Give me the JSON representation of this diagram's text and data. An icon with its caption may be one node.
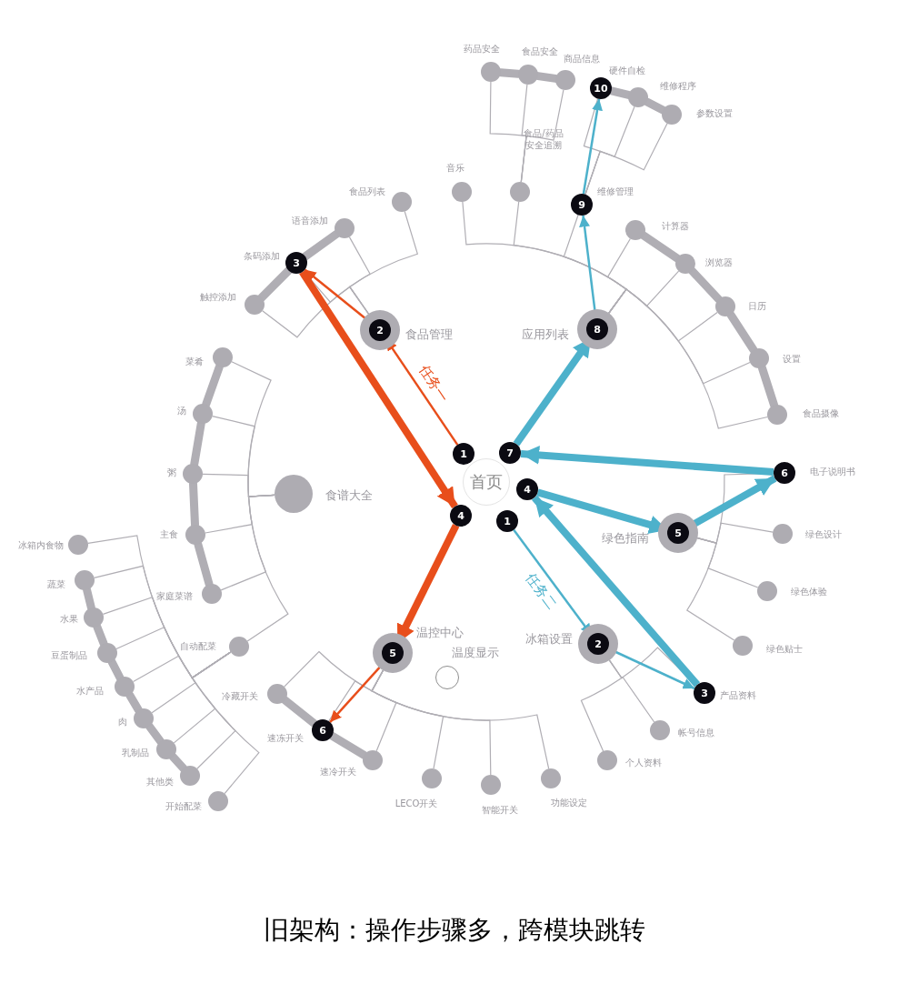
{
  "diagram": {
    "caption": "旧架构：操作步骤多，跨模块跳转",
    "nodes": [
      {
        "text": [
          "首页"
        ]
      },
      {
        "text": [],
        "shape": "circle",
        "beside": [
          "食品管理"
        ]
      },
      {
        "text": [],
        "shape": "circle",
        "beside": [
          "应用列表"
        ]
      },
      {
        "text": [],
        "shape": "circle",
        "beside": [
          "食谱大全"
        ]
      },
      {
        "text": [],
        "shape": "circle",
        "beside": [
          "绿色指南"
        ]
      },
      {
        "text": [],
        "shape": "circle",
        "beside": [
          "冰箱设置"
        ]
      },
      {
        "text": [],
        "shape": "circle",
        "beside": [
          "温控中心"
        ]
      },
      {
        "text": [],
        "shape": "circle",
        "beside": [
          "温度显示"
        ]
      },
      {
        "text": [
          "1"
        ]
      },
      {
        "text": [
          "4"
        ]
      },
      {
        "text": [
          "1"
        ]
      },
      {
        "text": [
          "4"
        ]
      },
      {
        "text": [
          "7"
        ]
      },
      {
        "text": [
          "2"
        ],
        "in": 1
      },
      {
        "text": [
          "8"
        ],
        "in": 2
      },
      {
        "text": [
          "5"
        ],
        "in": 4
      },
      {
        "text": [
          "2"
        ],
        "in": 5
      },
      {
        "text": [
          "5"
        ],
        "in": 6
      },
      {
        "text": [],
        "shape": "circle",
        "beside": [
          "食品列表"
        ]
      },
      {
        "text": [],
        "shape": "circle",
        "beside": [
          "语音添加"
        ]
      },
      {
        "text": [
          "3"
        ],
        "beside": [
          "条码添加"
        ]
      },
      {
        "text": [],
        "shape": "circle",
        "beside": [
          "触控添加"
        ]
      },
      {
        "text": [],
        "shape": "circle",
        "beside": [
          "音乐"
        ]
      },
      {
        "text": [],
        "shape": "circle",
        "beside": [
          "食品/药品安全追溯"
        ]
      },
      {
        "text": [
          "9"
        ],
        "beside": [
          "维修管理"
        ]
      },
      {
        "text": [],
        "shape": "circle",
        "beside": [
          "计算器"
        ]
      },
      {
        "text": [],
        "shape": "circle",
        "beside": [
          "浏览器"
        ]
      },
      {
        "text": [],
        "shape": "circle",
        "beside": [
          "日历"
        ]
      },
      {
        "text": [],
        "shape": "circle",
        "beside": [
          "设置"
        ]
      },
      {
        "text": [],
        "shape": "circle",
        "beside": [
          "食品摄像"
        ]
      },
      {
        "text": [],
        "shape": "circle",
        "beside": [
          "药品安全"
        ]
      },
      {
        "text": [],
        "shape": "circle",
        "beside": [
          "食品安全"
        ]
      },
      {
        "text": [],
        "shape": "circle",
        "beside": [
          "商品信息"
        ]
      },
      {
        "text": [
          "10"
        ],
        "beside": [
          "硬件自检"
        ]
      },
      {
        "text": [],
        "shape": "circle",
        "beside": [
          "维修程序"
        ]
      },
      {
        "text": [],
        "shape": "circle",
        "beside": [
          "参数设置"
        ]
      },
      {
        "text": [],
        "shape": "circle",
        "beside": [
          "菜肴"
        ]
      },
      {
        "text": [],
        "shape": "circle",
        "beside": [
          "汤"
        ]
      },
      {
        "text": [],
        "shape": "circle",
        "beside": [
          "粥"
        ]
      },
      {
        "text": [],
        "shape": "circle",
        "beside": [
          "主食"
        ]
      },
      {
        "text": [],
        "shape": "circle",
        "beside": [
          "家庭菜谱"
        ]
      },
      {
        "text": [],
        "shape": "circle",
        "beside": [
          "自动配菜"
        ]
      },
      {
        "text": [],
        "shape": "circle",
        "beside": [
          "冰箱内食物"
        ]
      },
      {
        "text": [],
        "shape": "circle",
        "beside": [
          "蔬菜"
        ]
      },
      {
        "text": [],
        "shape": "circle",
        "beside": [
          "水果"
        ]
      },
      {
        "text": [],
        "shape": "circle",
        "beside": [
          "豆蛋制品"
        ]
      },
      {
        "text": [],
        "shape": "circle",
        "beside": [
          "水产品"
        ]
      },
      {
        "text": [],
        "shape": "circle",
        "beside": [
          "肉"
        ]
      },
      {
        "text": [],
        "shape": "circle",
        "beside": [
          "乳制品"
        ]
      },
      {
        "text": [],
        "shape": "circle",
        "beside": [
          "其他类"
        ]
      },
      {
        "text": [],
        "shape": "circle",
        "beside": [
          "开始配菜"
        ]
      },
      {
        "text": [
          "6"
        ],
        "beside": [
          "电子说明书"
        ]
      },
      {
        "text": [],
        "shape": "circle",
        "beside": [
          "绿色设计"
        ]
      },
      {
        "text": [],
        "shape": "circle",
        "beside": [
          "绿色体验"
        ]
      },
      {
        "text": [],
        "shape": "circle",
        "beside": [
          "绿色贴士"
        ]
      },
      {
        "text": [
          "3"
        ],
        "beside": [
          "产品资料"
        ]
      },
      {
        "text": [],
        "shape": "circle",
        "beside": [
          "帐号信息"
        ]
      },
      {
        "text": [],
        "shape": "circle",
        "beside": [
          "个人资料"
        ]
      },
      {
        "text": [],
        "shape": "circle",
        "beside": [
          "冷藏开关"
        ]
      },
      {
        "text": [
          "6"
        ],
        "beside": [
          "速冻开关"
        ]
      },
      {
        "text": [],
        "shape": "circle",
        "beside": [
          "速冷开关"
        ]
      },
      {
        "text": [],
        "shape": "circle",
        "beside": [
          "LECO开关"
        ]
      },
      {
        "text": [],
        "shape": "circle",
        "beside": [
          "智能开关"
        ]
      },
      {
        "text": [],
        "shape": "circle",
        "beside": [
          "功能设定"
        ]
      }
    ],
    "edges": [
      {
        "from": 1,
        "to": 18,
        "arrow": "none"
      },
      {
        "from": 1,
        "to": 19,
        "arrow": "none"
      },
      {
        "from": 1,
        "to": 20,
        "arrow": "none"
      },
      {
        "from": 1,
        "to": 21,
        "arrow": "none"
      },
      {
        "from": 2,
        "to": 22,
        "arrow": "none"
      },
      {
        "from": 2,
        "to": 23,
        "arrow": "none"
      },
      {
        "from": 2,
        "to": 24,
        "arrow": "none"
      },
      {
        "from": 2,
        "to": 25,
        "arrow": "none"
      },
      {
        "from": 2,
        "to": 26,
        "arrow": "none"
      },
      {
        "from": 2,
        "to": 27,
        "arrow": "none"
      },
      {
        "from": 2,
        "to": 28,
        "arrow": "none"
      },
      {
        "from": 2,
        "to": 29,
        "arrow": "none"
      },
      {
        "from": 23,
        "to": 30,
        "arrow": "none"
      },
      {
        "from": 23,
        "to": 31,
        "arrow": "none"
      },
      {
        "from": 23,
        "to": 32,
        "arrow": "none"
      },
      {
        "from": 24,
        "to": 33,
        "arrow": "none"
      },
      {
        "from": 24,
        "to": 34,
        "arrow": "none"
      },
      {
        "from": 24,
        "to": 35,
        "arrow": "none"
      },
      {
        "from": 3,
        "to": 36,
        "arrow": "none"
      },
      {
        "from": 3,
        "to": 37,
        "arrow": "none"
      },
      {
        "from": 3,
        "to": 38,
        "arrow": "none"
      },
      {
        "from": 3,
        "to": 39,
        "arrow": "none"
      },
      {
        "from": 3,
        "to": 40,
        "arrow": "none"
      },
      {
        "from": 3,
        "to": 41,
        "arrow": "none"
      },
      {
        "from": 41,
        "to": 42,
        "arrow": "none"
      },
      {
        "from": 41,
        "to": 43,
        "arrow": "none"
      },
      {
        "from": 41,
        "to": 44,
        "arrow": "none"
      },
      {
        "from": 41,
        "to": 45,
        "arrow": "none"
      },
      {
        "from": 41,
        "to": 46,
        "arrow": "none"
      },
      {
        "from": 41,
        "to": 47,
        "arrow": "none"
      },
      {
        "from": 41,
        "to": 48,
        "arrow": "none"
      },
      {
        "from": 41,
        "to": 49,
        "arrow": "none"
      },
      {
        "from": 41,
        "to": 50,
        "arrow": "none"
      },
      {
        "from": 4,
        "to": 51,
        "arrow": "none"
      },
      {
        "from": 4,
        "to": 52,
        "arrow": "none"
      },
      {
        "from": 4,
        "to": 53,
        "arrow": "none"
      },
      {
        "from": 4,
        "to": 54,
        "arrow": "none"
      },
      {
        "from": 5,
        "to": 55,
        "arrow": "none"
      },
      {
        "from": 5,
        "to": 56,
        "arrow": "none"
      },
      {
        "from": 5,
        "to": 57,
        "arrow": "none"
      },
      {
        "from": 6,
        "to": 58,
        "arrow": "none"
      },
      {
        "from": 6,
        "to": 59,
        "arrow": "none"
      },
      {
        "from": 6,
        "to": 60,
        "arrow": "none"
      },
      {
        "from": 6,
        "to": 61,
        "arrow": "none"
      },
      {
        "from": 6,
        "to": 62,
        "arrow": "none"
      },
      {
        "from": 6,
        "to": 63,
        "arrow": "none"
      },
      {
        "from": 19,
        "to": 20,
        "arrow": "none",
        "style": "thick"
      },
      {
        "from": 20,
        "to": 21,
        "arrow": "none",
        "style": "thick"
      },
      {
        "from": 30,
        "to": 31,
        "arrow": "none",
        "style": "thick"
      },
      {
        "from": 31,
        "to": 32,
        "arrow": "none",
        "style": "thick"
      },
      {
        "from": 33,
        "to": 34,
        "arrow": "none",
        "style": "thick"
      },
      {
        "from": 34,
        "to": 35,
        "arrow": "none",
        "style": "thick"
      },
      {
        "from": 25,
        "to": 26,
        "arrow": "none",
        "style": "thick"
      },
      {
        "from": 26,
        "to": 27,
        "arrow": "none",
        "style": "thick"
      },
      {
        "from": 27,
        "to": 28,
        "arrow": "none",
        "style": "thick"
      },
      {
        "from": 28,
        "to": 29,
        "arrow": "none",
        "style": "thick"
      },
      {
        "from": 36,
        "to": 37,
        "arrow": "none",
        "style": "thick"
      },
      {
        "from": 37,
        "to": 38,
        "arrow": "none",
        "style": "thick"
      },
      {
        "from": 38,
        "to": 39,
        "arrow": "none",
        "style": "thick"
      },
      {
        "from": 39,
        "to": 40,
        "arrow": "none",
        "style": "thick"
      },
      {
        "from": 43,
        "to": 44,
        "arrow": "none",
        "style": "thick"
      },
      {
        "from": 44,
        "to": 45,
        "arrow": "none",
        "style": "thick"
      },
      {
        "from": 45,
        "to": 46,
        "arrow": "none",
        "style": "thick"
      },
      {
        "from": 46,
        "to": 47,
        "arrow": "none",
        "style": "thick"
      },
      {
        "from": 47,
        "to": 48,
        "arrow": "none",
        "style": "thick"
      },
      {
        "from": 48,
        "to": 49,
        "arrow": "none",
        "style": "thick"
      },
      {
        "from": 58,
        "to": 59,
        "arrow": "none",
        "style": "thick"
      },
      {
        "from": 59,
        "to": 60,
        "arrow": "none",
        "style": "thick"
      },
      {
        "from": 8,
        "to": 13,
        "arrow": "to",
        "label": "任务一",
        "color": "#e84e1b"
      },
      {
        "from": 13,
        "to": 20,
        "arrow": "to",
        "color": "#e84e1b"
      },
      {
        "from": 20,
        "to": 9,
        "arrow": "to",
        "style": "thick",
        "color": "#e84e1b"
      },
      {
        "from": 9,
        "to": 17,
        "arrow": "to",
        "style": "thick",
        "color": "#e84e1b"
      },
      {
        "from": 17,
        "to": 59,
        "arrow": "to",
        "color": "#e84e1b"
      },
      {
        "from": 10,
        "to": 16,
        "arrow": "to",
        "label": "任务二",
        "color": "#4db1cb"
      },
      {
        "from": 16,
        "to": 55,
        "arrow": "to",
        "color": "#4db1cb"
      },
      {
        "from": 55,
        "to": 11,
        "arrow": "to",
        "style": "thick",
        "color": "#4db1cb"
      },
      {
        "from": 11,
        "to": 15,
        "arrow": "to",
        "style": "thick",
        "color": "#4db1cb"
      },
      {
        "from": 15,
        "to": 51,
        "arrow": "to",
        "style": "thick",
        "color": "#4db1cb"
      },
      {
        "from": 51,
        "to": 12,
        "arrow": "to",
        "style": "thick",
        "color": "#4db1cb"
      },
      {
        "from": 12,
        "to": 14,
        "arrow": "to",
        "style": "thick",
        "color": "#4db1cb"
      },
      {
        "from": 14,
        "to": 24,
        "arrow": "to",
        "color": "#4db1cb"
      },
      {
        "from": 24,
        "to": 33,
        "arrow": "to",
        "color": "#4db1cb"
      }
    ]
  }
}
